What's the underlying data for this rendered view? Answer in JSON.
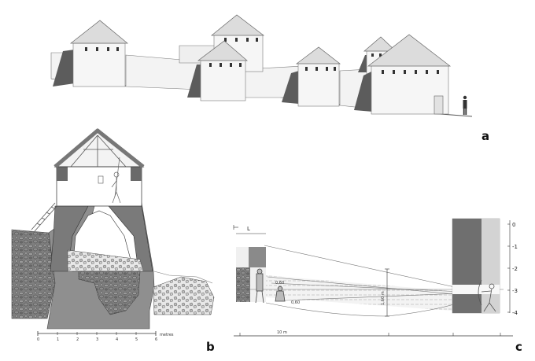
{
  "panels": {
    "a": {
      "letter": "a"
    },
    "b": {
      "letter": "b",
      "scale_ticks": [
        "0",
        "1",
        "2",
        "3",
        "4",
        "5",
        "6"
      ],
      "scale_unit": "metres"
    },
    "c": {
      "letter": "c",
      "top_label": "L",
      "left_marks": [
        "0,60",
        "0,60"
      ],
      "vertical_label": "1,60 m",
      "distance_label": "10 m",
      "axis_ticks": [
        "0",
        "-1",
        "-2",
        "-3",
        "-4"
      ]
    }
  }
}
